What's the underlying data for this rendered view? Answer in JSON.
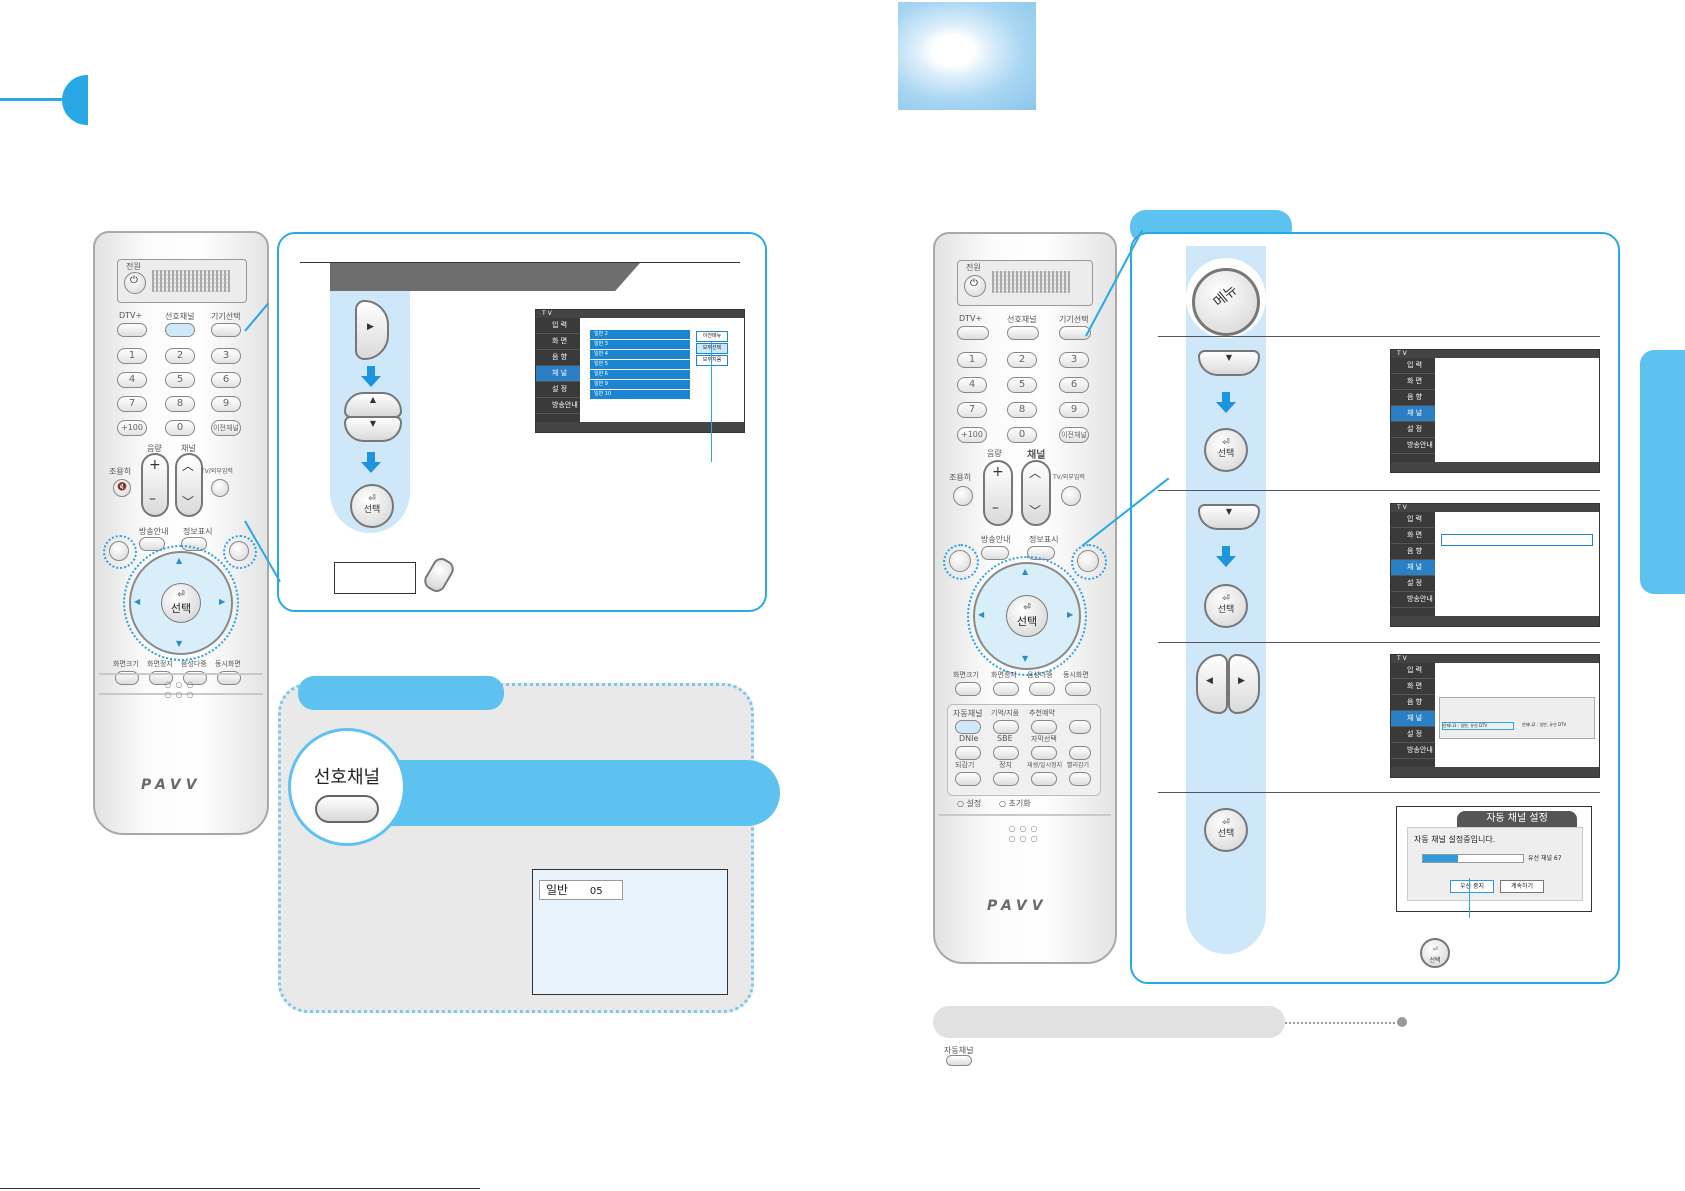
{
  "remote_left": {
    "power_label": "전원",
    "top_buttons": [
      "DTV+",
      "선호채널",
      "기기선택"
    ],
    "number_keys": [
      "1",
      "2",
      "3",
      "4",
      "5",
      "6",
      "7",
      "8",
      "9",
      "+100",
      "0",
      "이전채널"
    ],
    "volume_label": "음량",
    "channel_label": "채널",
    "mute_label": "조용히",
    "tv_input_label": "TV/외부입력",
    "guide_label": "방송안내",
    "info_label": "정보표시",
    "select_label": "선택",
    "bottom_buttons": [
      "화면크기",
      "화면정지",
      "음성다중",
      "동시화면"
    ],
    "logo": "PAVV"
  },
  "remote_right": {
    "channel_label": "채널",
    "extra_buttons": [
      "자동채널",
      "기억/지움",
      "추천예약",
      "DNIe",
      "SBE",
      "자막선택",
      "되감기",
      "정지",
      "재생/일시정지",
      "빨리감기"
    ],
    "mode_labels": [
      "설정",
      "초기화"
    ]
  },
  "left_panel": {
    "select_label": "선택",
    "tv_menu": [
      "입 력",
      "화 면",
      "음 향",
      "채 널",
      "설 정",
      "방송안내"
    ],
    "list_rows": [
      "일반 2",
      "일반 3",
      "일반 4",
      "일반 5",
      "일반 6",
      "일반 9",
      "일반 10"
    ],
    "side_buttons": [
      "이전메뉴",
      "모두선택",
      "모두지움"
    ]
  },
  "lower_left": {
    "button_label": "선호채널",
    "osd_label": "일반",
    "osd_channel": "05"
  },
  "right_panel": {
    "menu_button_label": "메뉴",
    "select_label": "선택",
    "tv_menu": [
      "입 력",
      "화 면",
      "음 향",
      "채 널",
      "설 정",
      "방송안내"
    ],
    "auto_dialog": {
      "title": "자동 채널 설정",
      "message": "자동 채널 설정중입니다.",
      "progress_text": "유선 채널 67",
      "progress": 0.35,
      "stop_button": "우선 중지",
      "continue_button": "계속하기"
    },
    "antenna_labels": [
      "안테나1 : 일반, 유선 DTV",
      "안테나2 : 일반, 유선 DTV"
    ]
  },
  "footer": {
    "auto_channel_label": "자동채널"
  },
  "colors": {
    "accent_blue": "#29a8e6",
    "light_blue": "#cfe8f9",
    "tab_blue": "#5ec2f0"
  }
}
